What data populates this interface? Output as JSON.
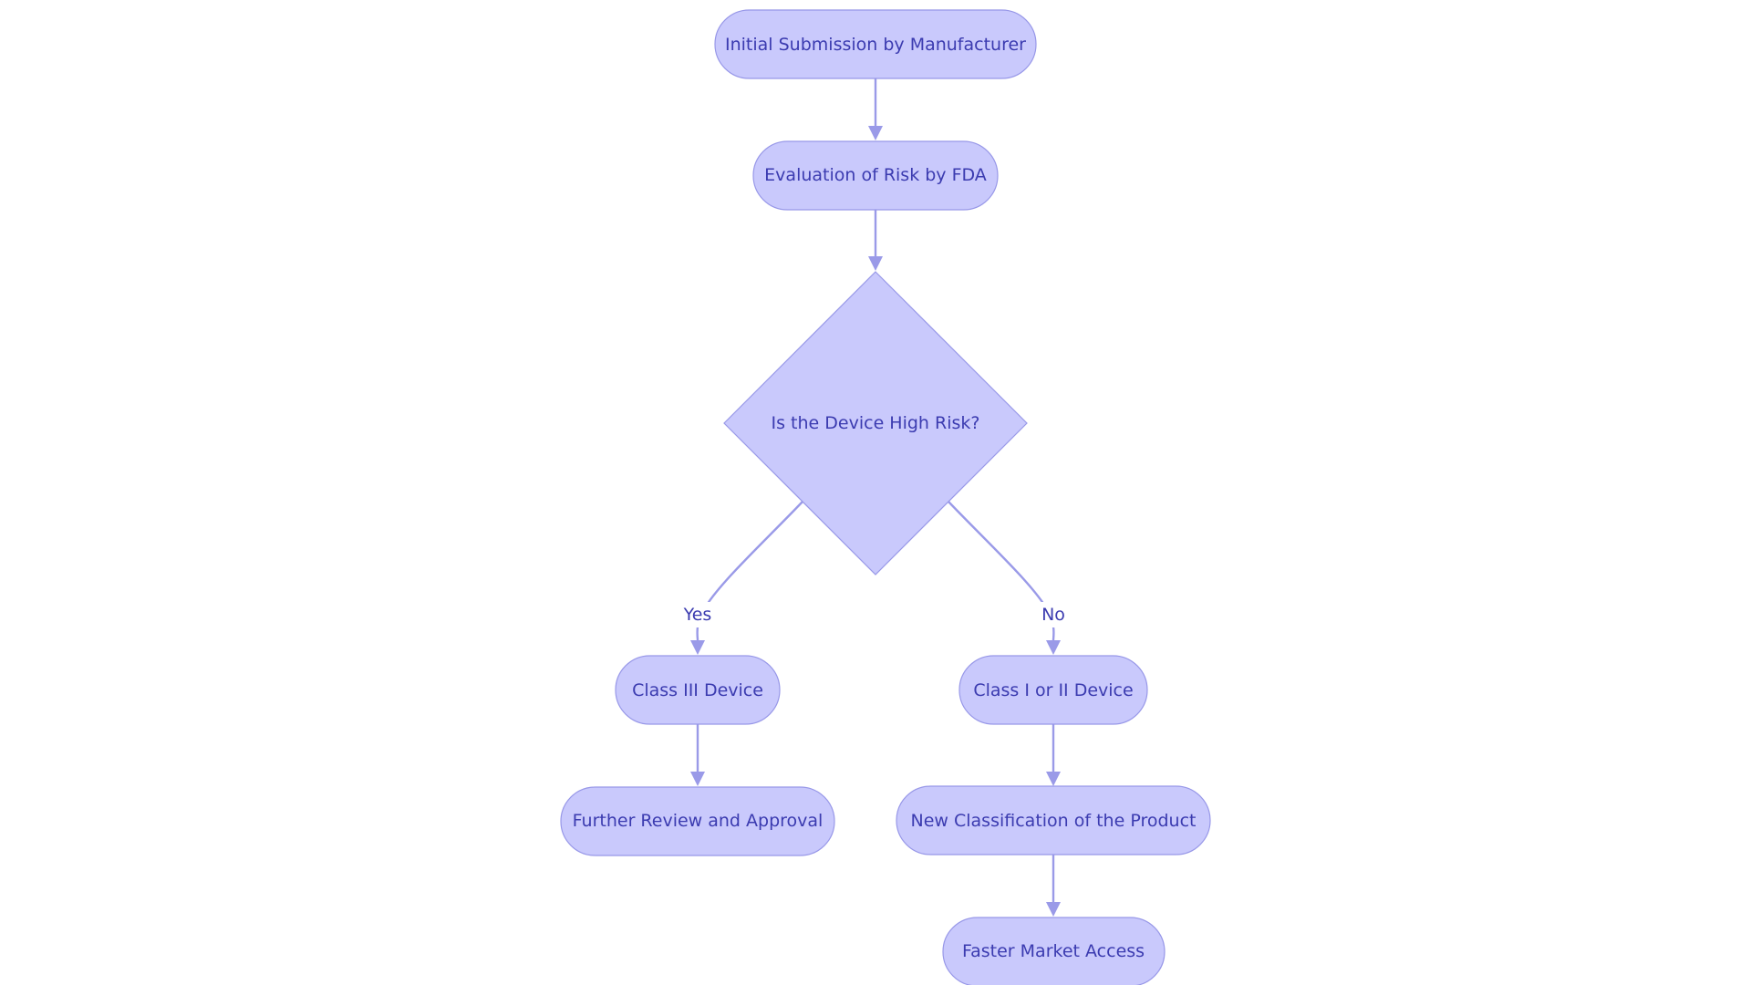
{
  "nodes": {
    "start": {
      "label": "Initial Submission by Manufacturer",
      "shape": "stadium"
    },
    "evaluate": {
      "label": "Evaluation of Risk by FDA",
      "shape": "stadium"
    },
    "decision": {
      "label": "Is the Device High Risk?",
      "shape": "diamond"
    },
    "class3": {
      "label": "Class III Device",
      "shape": "stadium"
    },
    "class12": {
      "label": "Class I or II Device",
      "shape": "stadium"
    },
    "review": {
      "label": "Further Review and Approval",
      "shape": "stadium"
    },
    "newclass": {
      "label": "New Classification of the Product",
      "shape": "stadium"
    },
    "faster": {
      "label": "Faster Market Access",
      "shape": "stadium"
    }
  },
  "edges": {
    "yes": {
      "from": "decision",
      "to": "class3",
      "label": "Yes"
    },
    "no": {
      "from": "decision",
      "to": "class12",
      "label": "No"
    },
    "start_to_evaluate": {
      "from": "start",
      "to": "evaluate",
      "label": ""
    },
    "evaluate_to_decision": {
      "from": "evaluate",
      "to": "decision",
      "label": ""
    },
    "class3_to_review": {
      "from": "class3",
      "to": "review",
      "label": ""
    },
    "class12_to_newclass": {
      "from": "class12",
      "to": "newclass",
      "label": ""
    },
    "newclass_to_faster": {
      "from": "newclass",
      "to": "faster",
      "label": ""
    }
  },
  "colors": {
    "node_fill": "#c9c9fc",
    "node_stroke": "#9898e8",
    "edge": "#9a9ae8",
    "text": "#3b3bb0"
  }
}
